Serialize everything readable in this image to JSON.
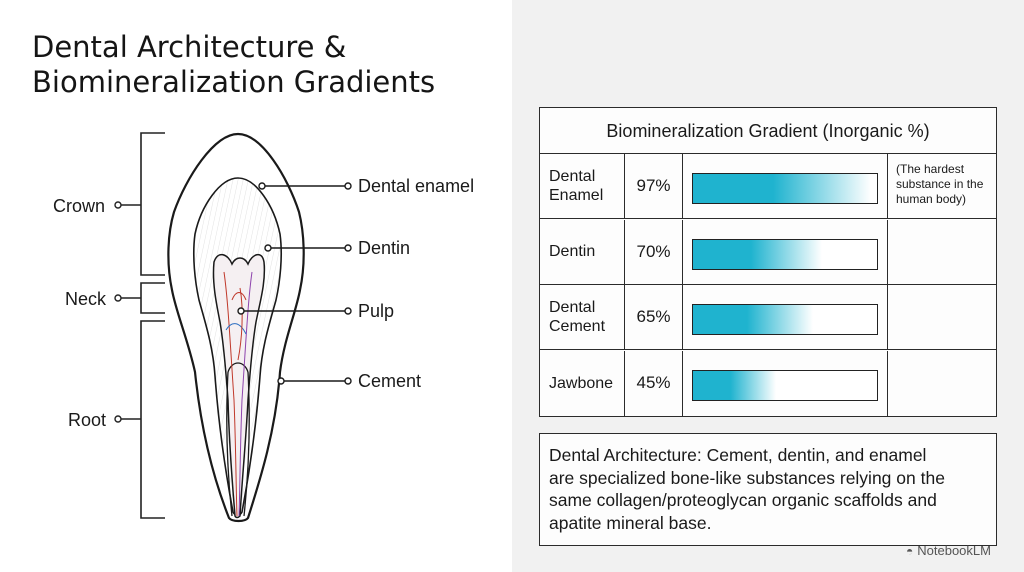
{
  "title_lines": [
    "Dental Architecture &",
    "Biomineralization Gradients"
  ],
  "diagram": {
    "region_labels": [
      "Crown",
      "Neck",
      "Root"
    ],
    "part_labels": [
      "Dental enamel",
      "Dentin",
      "Pulp",
      "Cement"
    ]
  },
  "table": {
    "header": "Biomineralization Gradient (Inorganic %)",
    "accent_color": "#1fb3cf",
    "rows": [
      {
        "name_lines": [
          "Dental",
          "Enamel"
        ],
        "percent_label": "97%",
        "percent": 97,
        "note_lines": [
          "(The hardest",
          "substance in the",
          "human body)"
        ]
      },
      {
        "name_lines": [
          "Dentin"
        ],
        "percent_label": "70%",
        "percent": 70,
        "note_lines": []
      },
      {
        "name_lines": [
          "Dental",
          "Cement"
        ],
        "percent_label": "65%",
        "percent": 65,
        "note_lines": []
      },
      {
        "name_lines": [
          "Jawbone"
        ],
        "percent_label": "45%",
        "percent": 45,
        "note_lines": []
      }
    ]
  },
  "info_lines": [
    "Dental Architecture: Cement, dentin, and enamel",
    "are specialized bone-like substances relying on the",
    "same collagen/proteoglycan organic scaffolds and",
    "apatite mineral base."
  ],
  "watermark": {
    "icon": "notebooklm-logo-icon",
    "text": "NotebookLM"
  }
}
